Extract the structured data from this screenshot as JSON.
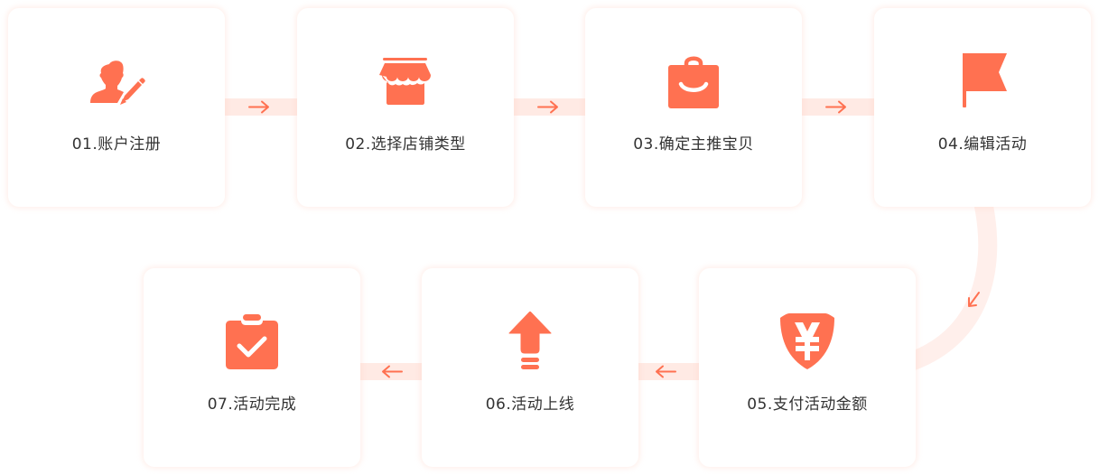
{
  "colors": {
    "accent": "#FF7151",
    "connector_band": "#FFEAE4",
    "label_text": "#333333",
    "card_bg": "#FFFFFF"
  },
  "steps": [
    {
      "number": "01",
      "label": "01.账户注册",
      "icon": "user-edit-icon"
    },
    {
      "number": "02",
      "label": "02.选择店铺类型",
      "icon": "store-icon"
    },
    {
      "number": "03",
      "label": "03.确定主推宝贝",
      "icon": "shopping-bag-icon"
    },
    {
      "number": "04",
      "label": "04.编辑活动",
      "icon": "flag-icon"
    },
    {
      "number": "05",
      "label": "05.支付活动金额",
      "icon": "yen-shield-icon"
    },
    {
      "number": "06",
      "label": "06.活动上线",
      "icon": "upload-arrow-icon"
    },
    {
      "number": "07",
      "label": "07.活动完成",
      "icon": "clipboard-check-icon"
    }
  ],
  "connectors": [
    {
      "from": "01",
      "to": "02",
      "direction": "right"
    },
    {
      "from": "02",
      "to": "03",
      "direction": "right"
    },
    {
      "from": "03",
      "to": "04",
      "direction": "right"
    },
    {
      "from": "04",
      "to": "05",
      "direction": "curve-down-left"
    },
    {
      "from": "05",
      "to": "06",
      "direction": "left"
    },
    {
      "from": "06",
      "to": "07",
      "direction": "left"
    }
  ]
}
